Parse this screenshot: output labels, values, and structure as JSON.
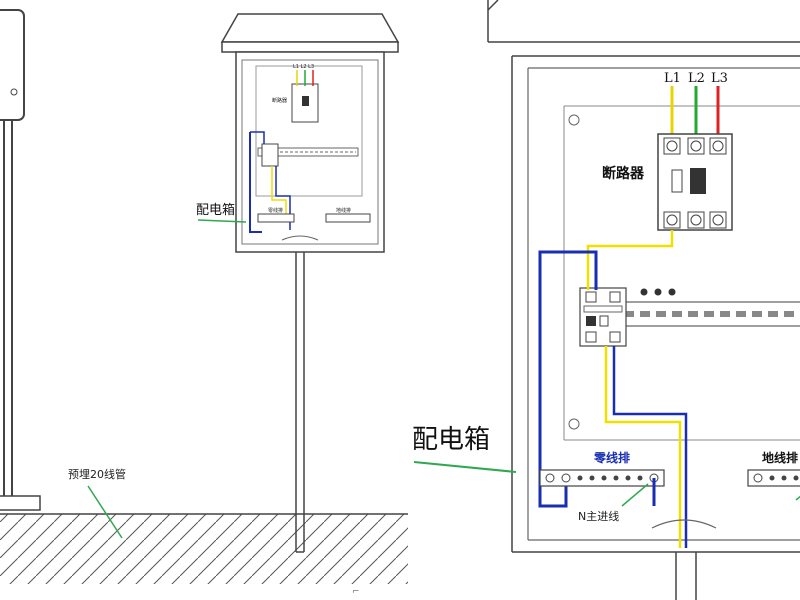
{
  "labels": {
    "box_left": "配电箱",
    "box_right": "配电箱",
    "pipe": "预埋20线管",
    "breaker": "断路器",
    "neutral_bar": "零线排",
    "ground_bar": "地线排",
    "n_main": "N主进线",
    "phases": [
      "L1",
      "L2",
      "L3"
    ]
  },
  "colors": {
    "l1": "#e8d400",
    "l2": "#22aa33",
    "l3": "#dd2222",
    "neutral": "#1a2fb0",
    "pe": "#f0e000",
    "leader": "#2fa84f",
    "outline": "#444444"
  }
}
